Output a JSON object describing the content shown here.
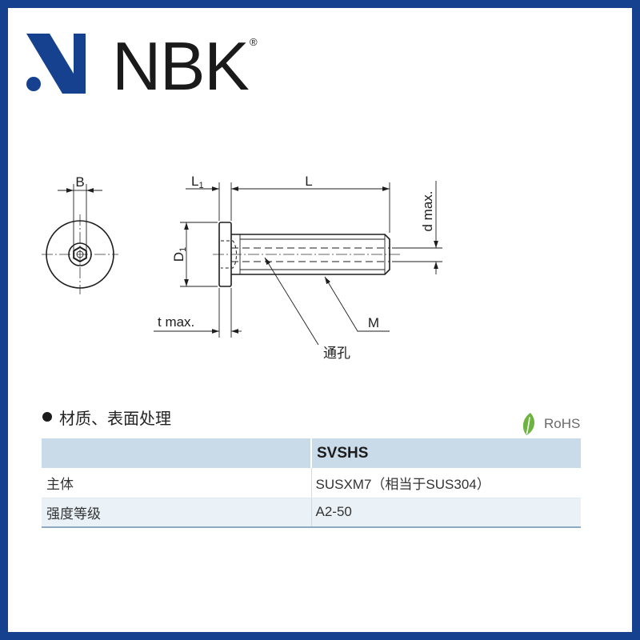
{
  "logo": {
    "brand": "NBK",
    "registered": "®"
  },
  "drawing": {
    "b": "B",
    "l1": {
      "main": "L",
      "sub": "1"
    },
    "l": "L",
    "d1": {
      "main": "D",
      "sub": "1"
    },
    "d_max": "d max.",
    "t_max": "t max.",
    "m": "M",
    "through_hole": "通孔"
  },
  "section": {
    "title": "材质、表面处理"
  },
  "rohs": {
    "label": "RoHS"
  },
  "table": {
    "header": {
      "model": "SVSHS"
    },
    "rows": [
      {
        "label": "主体",
        "value": "SUSXM7（相当于SUS304）"
      },
      {
        "label": "强度等级",
        "value": "A2-50"
      }
    ]
  },
  "colors": {
    "frame": "#15418f",
    "brand_blue": "#15418f",
    "header_bg": "#c9dbe8",
    "row_alt_bg": "#eaf2f8",
    "leaf_green": "#6cb33f",
    "text": "#333333"
  }
}
